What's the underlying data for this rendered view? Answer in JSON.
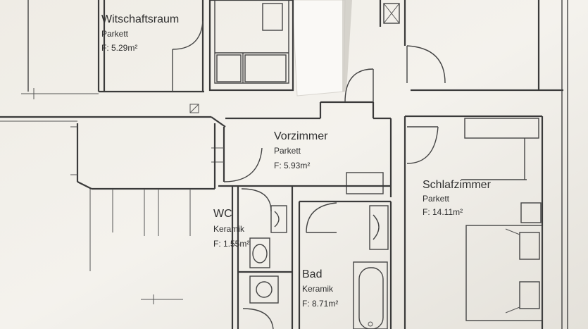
{
  "rooms": [
    {
      "name": "Witschaftsraum",
      "floor": "Parkett",
      "area": "F: 5.29m²"
    },
    {
      "name": "Vorzimmer",
      "floor": "Parkett",
      "area": "F: 5.93m²"
    },
    {
      "name": "Schlafzimmer",
      "floor": "Parkett",
      "area": "F: 14.11m²"
    },
    {
      "name": "WC",
      "floor": "Keramik",
      "area": "F: 1.55m²"
    },
    {
      "name": "Bad",
      "floor": "Keramik",
      "area": "F: 8.71m²"
    }
  ],
  "colors": {
    "paper": "#f2f0ea",
    "line": "#3a3a3a",
    "text": "#2f2f2f"
  }
}
